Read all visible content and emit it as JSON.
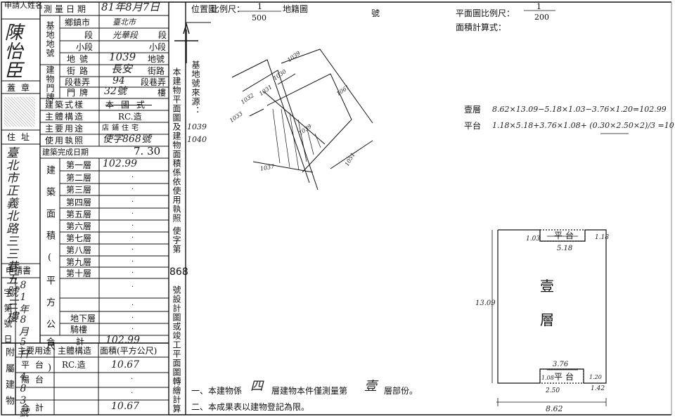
{
  "left_form": {
    "applicant_label": "申請人姓名",
    "applicant_name": "陳怡臣",
    "seal_label": "蓋章",
    "address_label": "住址",
    "address_value": "臺北市正義北路三三巷五號三樓",
    "app_doc_label": "申請書",
    "app_doc_value": "81年8月5日 483號",
    "app_doc_side": "字第號日",
    "survey_date_label": "測量日期",
    "survey_date_value": "81年8月7日",
    "site_no_label": "基地地號",
    "township_label": "鄉鎮市",
    "township_value": "臺北市",
    "section_label": "段",
    "section_value": "光華段",
    "subsection_label": "小段",
    "lot_label": "地號",
    "lot_value": "1039",
    "bldg_plate_label": "建物門牌",
    "street_label": "街路",
    "street_value": "長安",
    "lane_label": "段巷弄",
    "lane_value": "94",
    "number_label": "門牌",
    "number_value": "32號",
    "floor_unit": "樓",
    "style_label": "建築式樣",
    "style_value": "本國式",
    "structure_label": "主體構造",
    "structure_value": "RC.造",
    "use_label": "主要用途",
    "use_value": "店鋪住宅",
    "permit_label": "使用執照",
    "permit_value": "使字868號",
    "completion_label": "建築完成日期",
    "completion_value": "7. 30",
    "area_label": "建築面積(平方公尺)",
    "floors": [
      "第一層",
      "第二層",
      "第三層",
      "第四層",
      "第五層",
      "第六層",
      "第七層",
      "第八層",
      "第九層",
      "第十層",
      "",
      "",
      "地下層",
      "騎樓"
    ],
    "floor_values": [
      "102.99",
      "·",
      "·",
      "·",
      "·",
      "·",
      "·",
      "·",
      "·",
      "·",
      "·",
      "·",
      "·",
      "·"
    ],
    "total_label": "合計",
    "total_value": "102.99",
    "annex_label": "附屬建物",
    "annex_headers": [
      "主要用途",
      "主體構造",
      "面積(平方公尺)"
    ],
    "annex_rows": [
      {
        "use": "平台",
        "structure": "RC.造",
        "area": "10.67"
      },
      {
        "use": "陽台",
        "structure": "",
        "area": "·"
      },
      {
        "use": "",
        "structure": "",
        "area": "·"
      }
    ],
    "annex_total_label": "合計",
    "annex_total_value": "10.67"
  },
  "middle": {
    "location_label": "位置圖",
    "scale_label": "比例尺：",
    "scale_num": "1",
    "scale_den": "500",
    "cadastral_label": "地籍圖",
    "number_suffix": "號",
    "vertical_note": "本建物平面圖及建物面積係依使用執照",
    "vertical_note2": "使字第",
    "permit_no": "868",
    "vertical_note3": "號設計圖或竣工平面圖轉繪計算",
    "source_label": "基地號來源：",
    "source_values": [
      "1039",
      "1040"
    ],
    "lot_numbers": [
      "1039",
      "1030",
      "1031",
      "1032",
      "1033",
      "1061",
      "1037",
      "1051",
      "1039"
    ]
  },
  "right": {
    "plan_scale_label": "平面圖比例尺：",
    "plan_scale_num": "1",
    "plan_scale_den": "200",
    "area_calc_label": "面積計算式：",
    "calc_floor_label": "壹層",
    "calc_floor_formula": "8.62×13.09−5.18×1.03−3.76×1.20=102.99",
    "calc_platform_label": "平台",
    "calc_platform_formula": "1.18×5.18+3.76×1.08+ (0.30×2.50×2)/3 =10.67",
    "plan_platform_top": "平台",
    "plan_dim_103": "1.03",
    "plan_dim_118": "1.18",
    "plan_dim_518": "5.18",
    "plan_dim_1309": "13.09",
    "plan_room_label": "壹",
    "plan_room_label2": "層",
    "plan_dim_376": "3.76",
    "plan_dim_108": "1.08",
    "plan_platform_bottom": "平台",
    "plan_dim_120": "1.20",
    "plan_dim_250": "2.50",
    "plan_dim_142": "1.42",
    "plan_dim_862": "8.62"
  },
  "notes": {
    "note1_a": "一、本建物係",
    "note1_b": "層建物本件僅測量第",
    "note1_c": "層部份。",
    "note1_floors": "四",
    "note1_floor_meas": "壹",
    "note2": "二、本成果表以建物登記為限。"
  }
}
